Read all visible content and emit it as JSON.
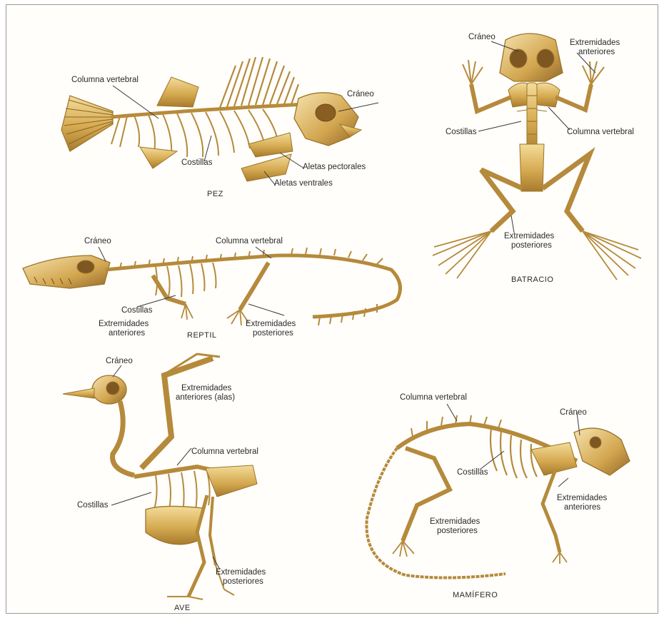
{
  "colors": {
    "bone": "#d9b25c",
    "bone_dark": "#9c7428",
    "bone_light": "#f1d691",
    "leader": "#3a3a3a",
    "border": "#9a9a9a"
  },
  "fish": {
    "title": "PEZ",
    "labels": {
      "spine": "Columna vertebral",
      "skull": "Cráneo",
      "ribs": "Costillas",
      "pectoral": "Aletas pectorales",
      "ventral": "Aletas ventrales"
    }
  },
  "frog": {
    "title": "BATRACIO",
    "labels": {
      "skull": "Cráneo",
      "fore_1": "Extremidades",
      "fore_2": "anteriores",
      "ribs": "Costillas",
      "spine": "Columna  vertebral",
      "hind_1": "Extremidades",
      "hind_2": "posteriores"
    }
  },
  "reptile": {
    "title": "REPTIL",
    "labels": {
      "skull": "Cráneo",
      "spine": "Columna vertebral",
      "ribs": "Costillas",
      "fore_1": "Extremidades",
      "fore_2": "anteriores",
      "hind_1": "Extremidades",
      "hind_2": "posteriores"
    }
  },
  "bird": {
    "title": "AVE",
    "labels": {
      "skull": "Cráneo",
      "wing_1": "Extremidades",
      "wing_2": "anteriores (alas)",
      "spine": "Columna vertebral",
      "ribs": "Costillas",
      "hind_1": "Extremidades",
      "hind_2": "posteriores"
    }
  },
  "mammal": {
    "title": "MAMÍFERO",
    "labels": {
      "spine": "Columna  vertebral",
      "skull": "Cráneo",
      "ribs": "Costillas",
      "fore_1": "Extremidades",
      "fore_2": "anteriores",
      "hind_1": "Extremidades",
      "hind_2": "posteriores"
    }
  }
}
